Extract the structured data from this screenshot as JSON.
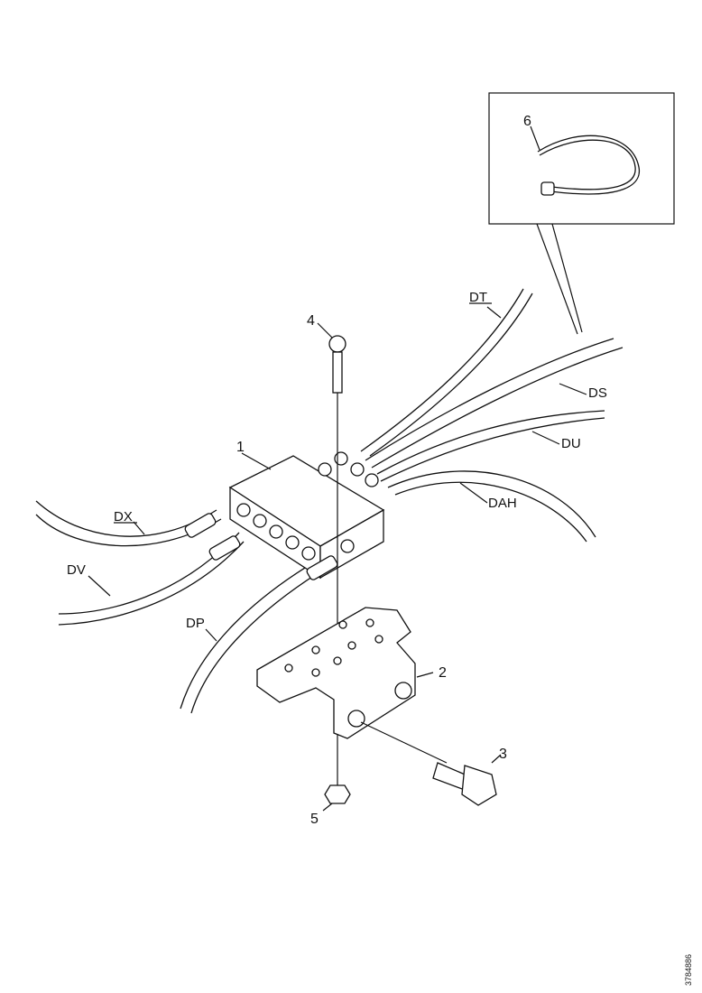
{
  "labels": {
    "dt": "DT",
    "ds": "DS",
    "du": "DU",
    "dah": "DAH",
    "dx": "DX",
    "dv": "DV",
    "dp": "DP"
  },
  "callouts": {
    "p1": "1",
    "p2": "2",
    "p3": "3",
    "p4": "4",
    "p5": "5",
    "p6": "6"
  },
  "reference": "3784886"
}
